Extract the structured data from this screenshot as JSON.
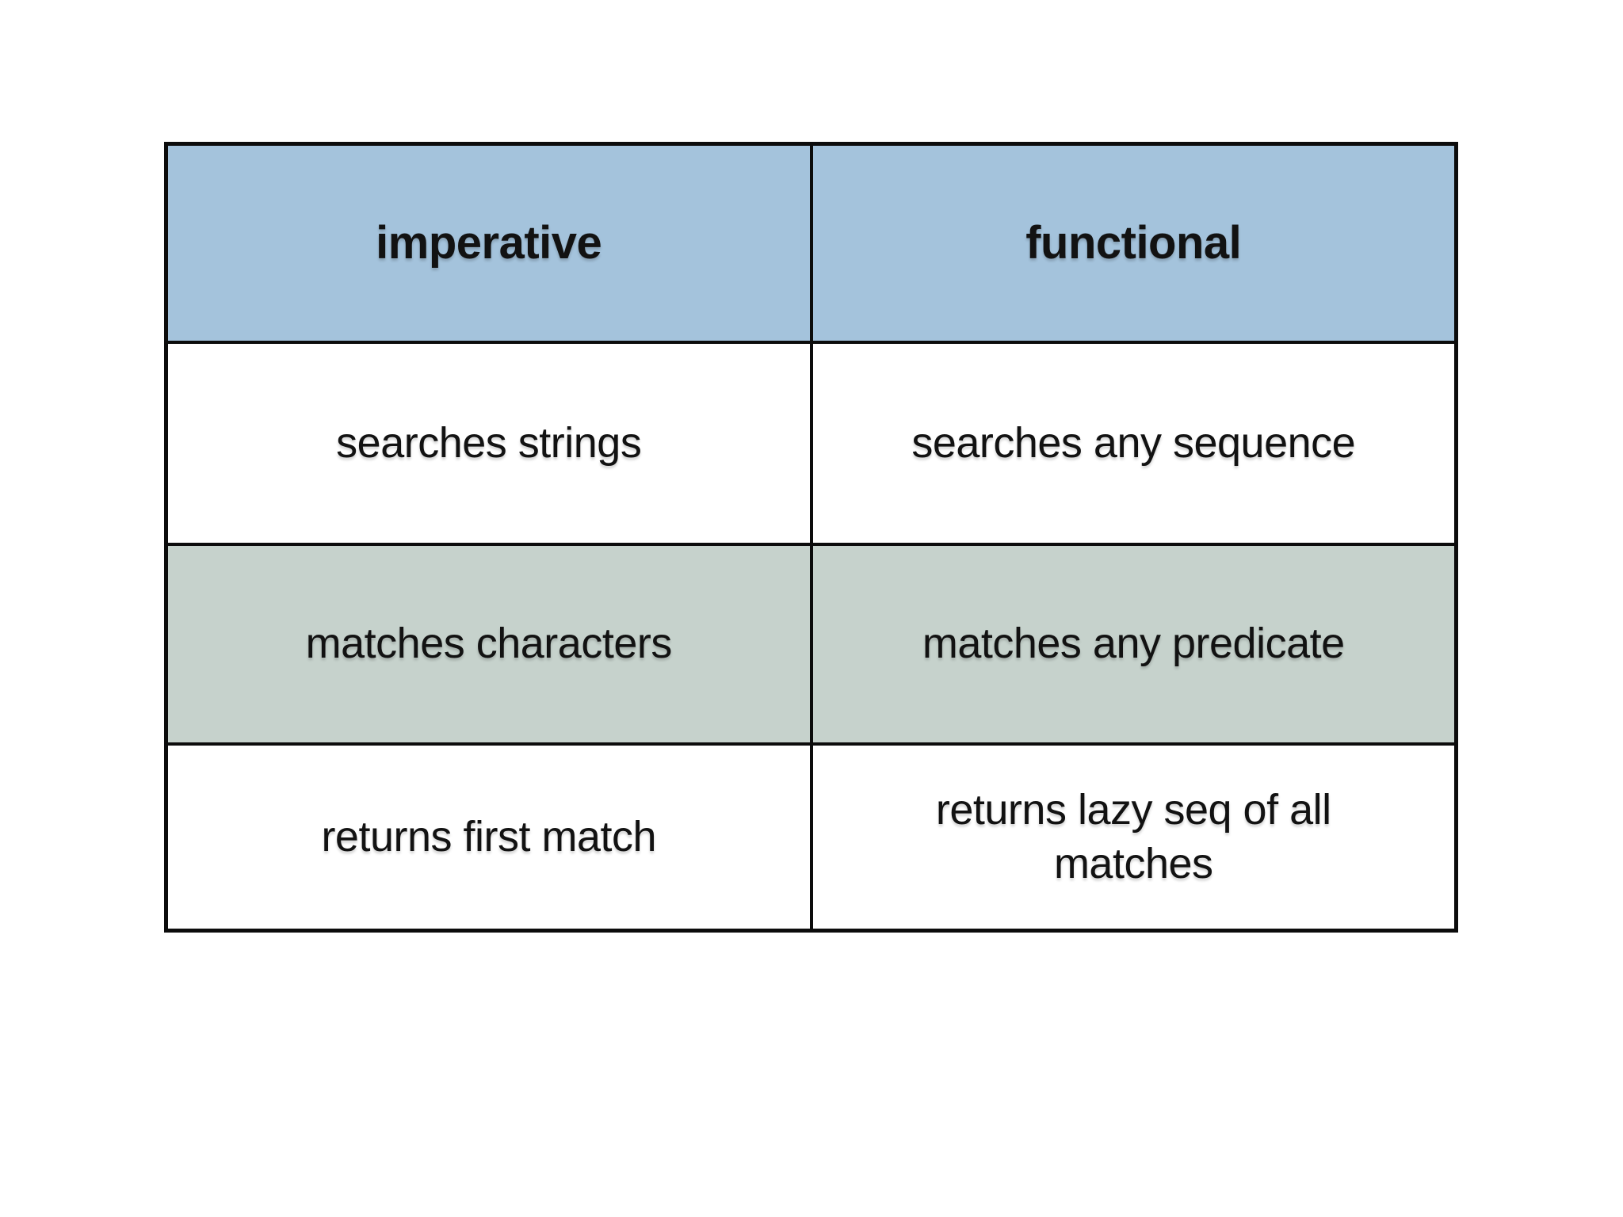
{
  "table": {
    "headers": [
      {
        "label": "imperative"
      },
      {
        "label": "functional"
      }
    ],
    "rows": [
      {
        "cells": [
          "searches strings",
          "searches any sequence"
        ]
      },
      {
        "cells": [
          "matches characters",
          "matches any predicate"
        ]
      },
      {
        "cells": [
          "returns first match",
          "returns lazy seq of all matches"
        ]
      }
    ],
    "colors": {
      "header_bg": "#a4c3dc",
      "row_bg": "#ffffff",
      "row_alt_bg": "#c6d2cc",
      "border": "#0c0c0c",
      "text": "#121212",
      "canvas": "#ffffff"
    }
  }
}
